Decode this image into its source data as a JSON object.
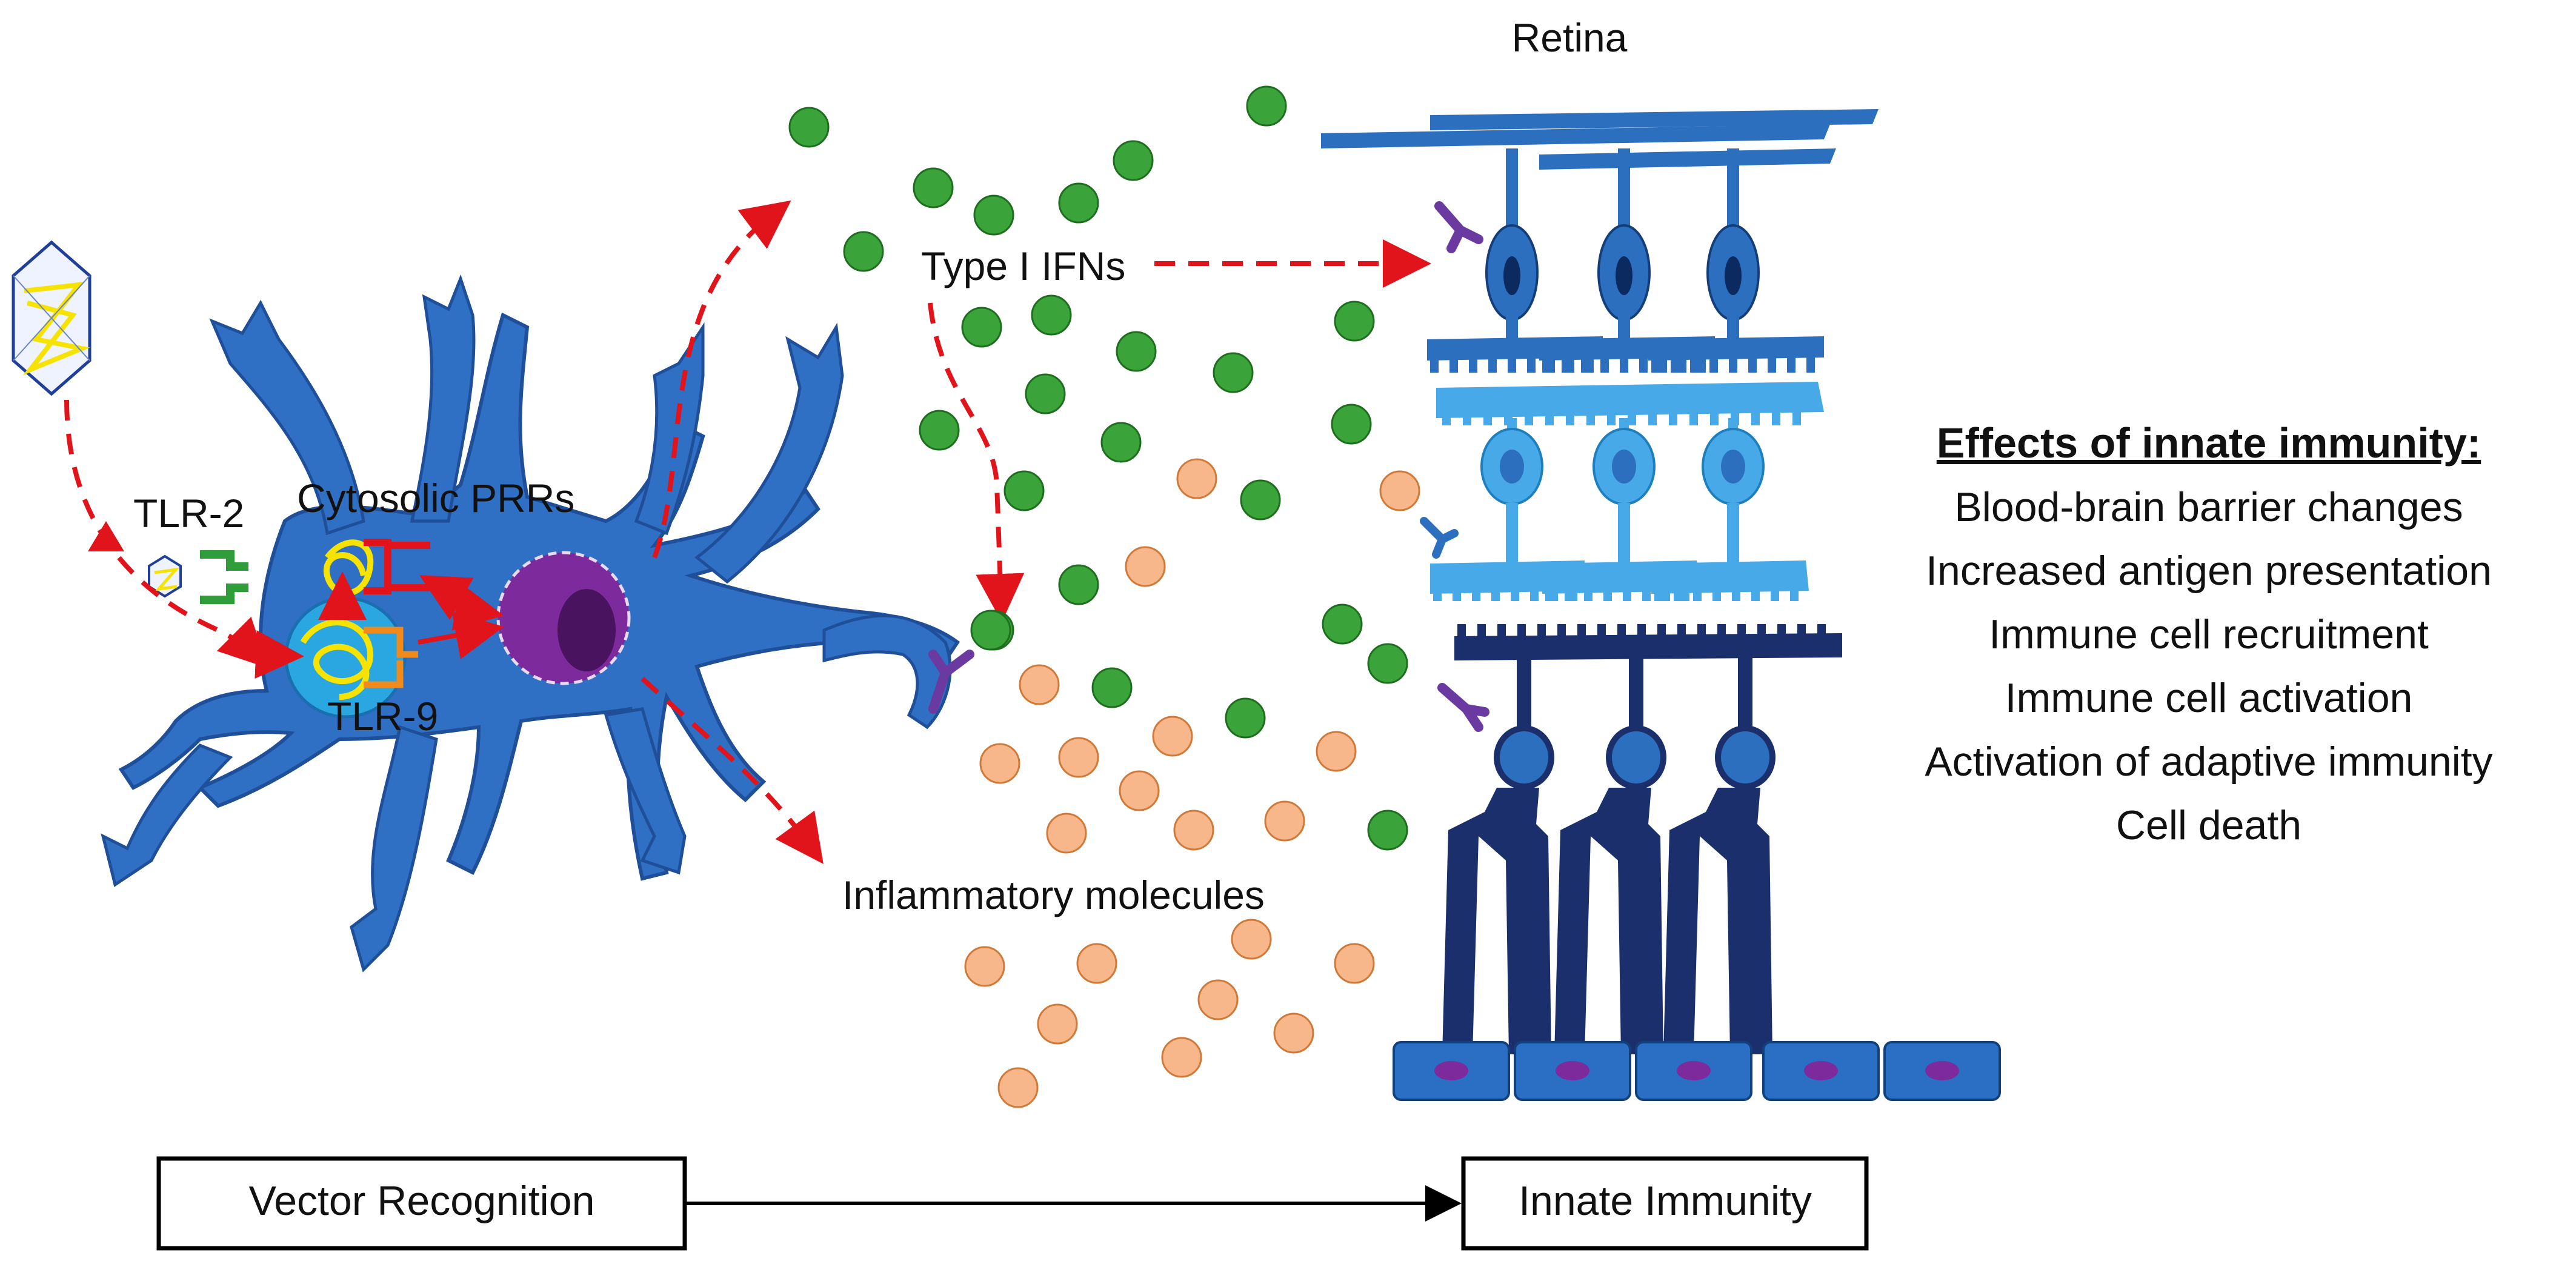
{
  "labels": {
    "retina": "Retina",
    "type1_ifns": "Type I IFNs",
    "cytosolic_prrs": "Cytosolic PRRs",
    "tlr2": "TLR-2",
    "tlr9": "TLR-9",
    "inflammatory": "Inflammatory molecules"
  },
  "effects": {
    "title": "Effects of innate immunity:",
    "items": [
      "Blood-brain barrier changes",
      "Increased antigen presentation",
      "Immune cell recruitment",
      "Immune cell activation",
      "Activation of adaptive immunity",
      "Cell death"
    ]
  },
  "flow": {
    "left_box": "Vector Recognition",
    "right_box": "Innate Immunity"
  },
  "colors": {
    "cell_blue": "#2f6fc4",
    "cell_outline": "#1f4f99",
    "ifn_green": "#3aa43a",
    "inflammatory_peach": "#f7b78b",
    "arrow_red": "#e0141a",
    "nucleus_purple": "#7c2a9c",
    "receptor_purple": "#6b3aa0",
    "retina_layer1": "#2c6fbf",
    "retina_layer2": "#48a9e8",
    "retina_layer3": "#1a2f6b",
    "rpe_blue": "#2b6fc4"
  }
}
